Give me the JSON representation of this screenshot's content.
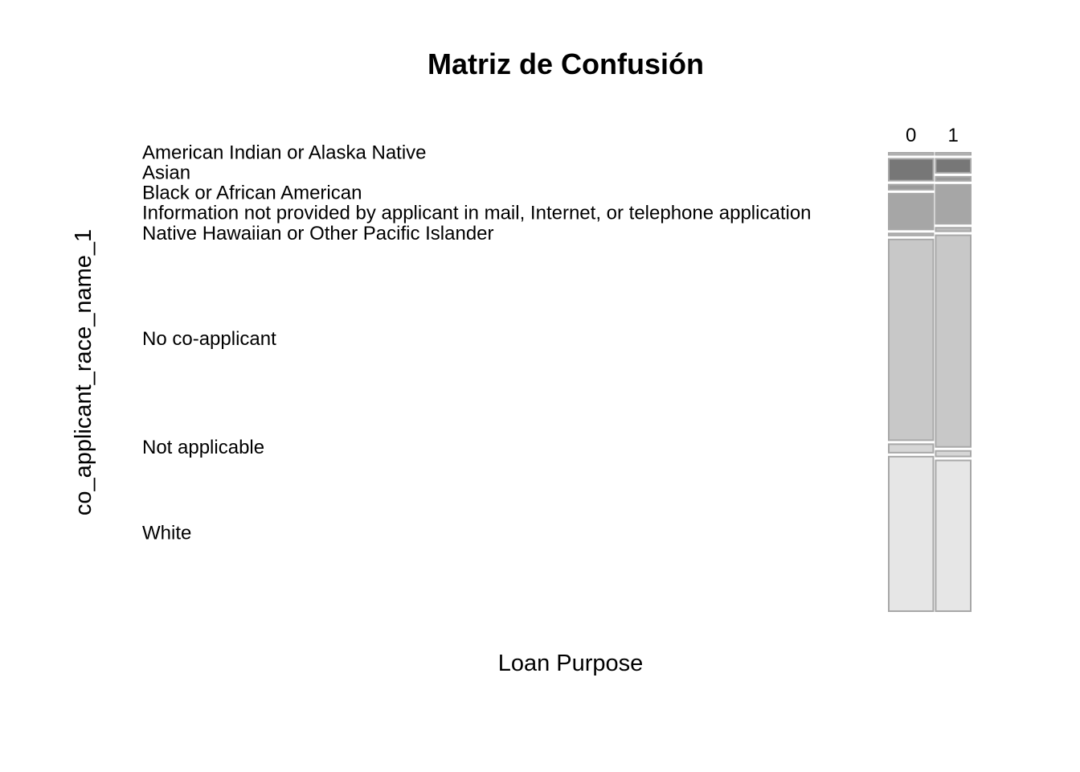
{
  "chart_data": {
    "type": "mosaic",
    "title": "Matriz de Confusión",
    "xlabel": "Loan Purpose",
    "ylabel": "co_applicant_race_name_1",
    "columns": [
      "0",
      "1"
    ],
    "column_proportions": [
      0.56,
      0.44
    ],
    "rows": [
      {
        "label": "American Indian or Alaska Native",
        "shade": "#cfcfcf",
        "values": [
          0.004,
          0.004
        ]
      },
      {
        "label": "Asian",
        "shade": "#777777",
        "values": [
          0.044,
          0.028
        ]
      },
      {
        "label": "Black or African American",
        "shade": "#9a9a9a",
        "values": [
          0.01,
          0.008
        ]
      },
      {
        "label": "Information not provided by applicant in mail, Internet, or telephone application",
        "shade": "#a6a6a6",
        "values": [
          0.072,
          0.078
        ]
      },
      {
        "label": "Native Hawaiian or Other Pacific Islander",
        "shade": "#bdbdbd",
        "values": [
          0.004,
          0.007
        ]
      },
      {
        "label": "No co-applicant",
        "shade": "#c8c8c8",
        "values": [
          0.404,
          0.424
        ]
      },
      {
        "label": "Not applicable",
        "shade": "#d6d6d6",
        "values": [
          0.017,
          0.011
        ]
      },
      {
        "label": "White",
        "shade": "#e6e6e6",
        "values": [
          0.311,
          0.302
        ]
      }
    ],
    "colors": {
      "border": "#a8a8a8",
      "background": "#ffffff",
      "text": "#000000"
    }
  }
}
